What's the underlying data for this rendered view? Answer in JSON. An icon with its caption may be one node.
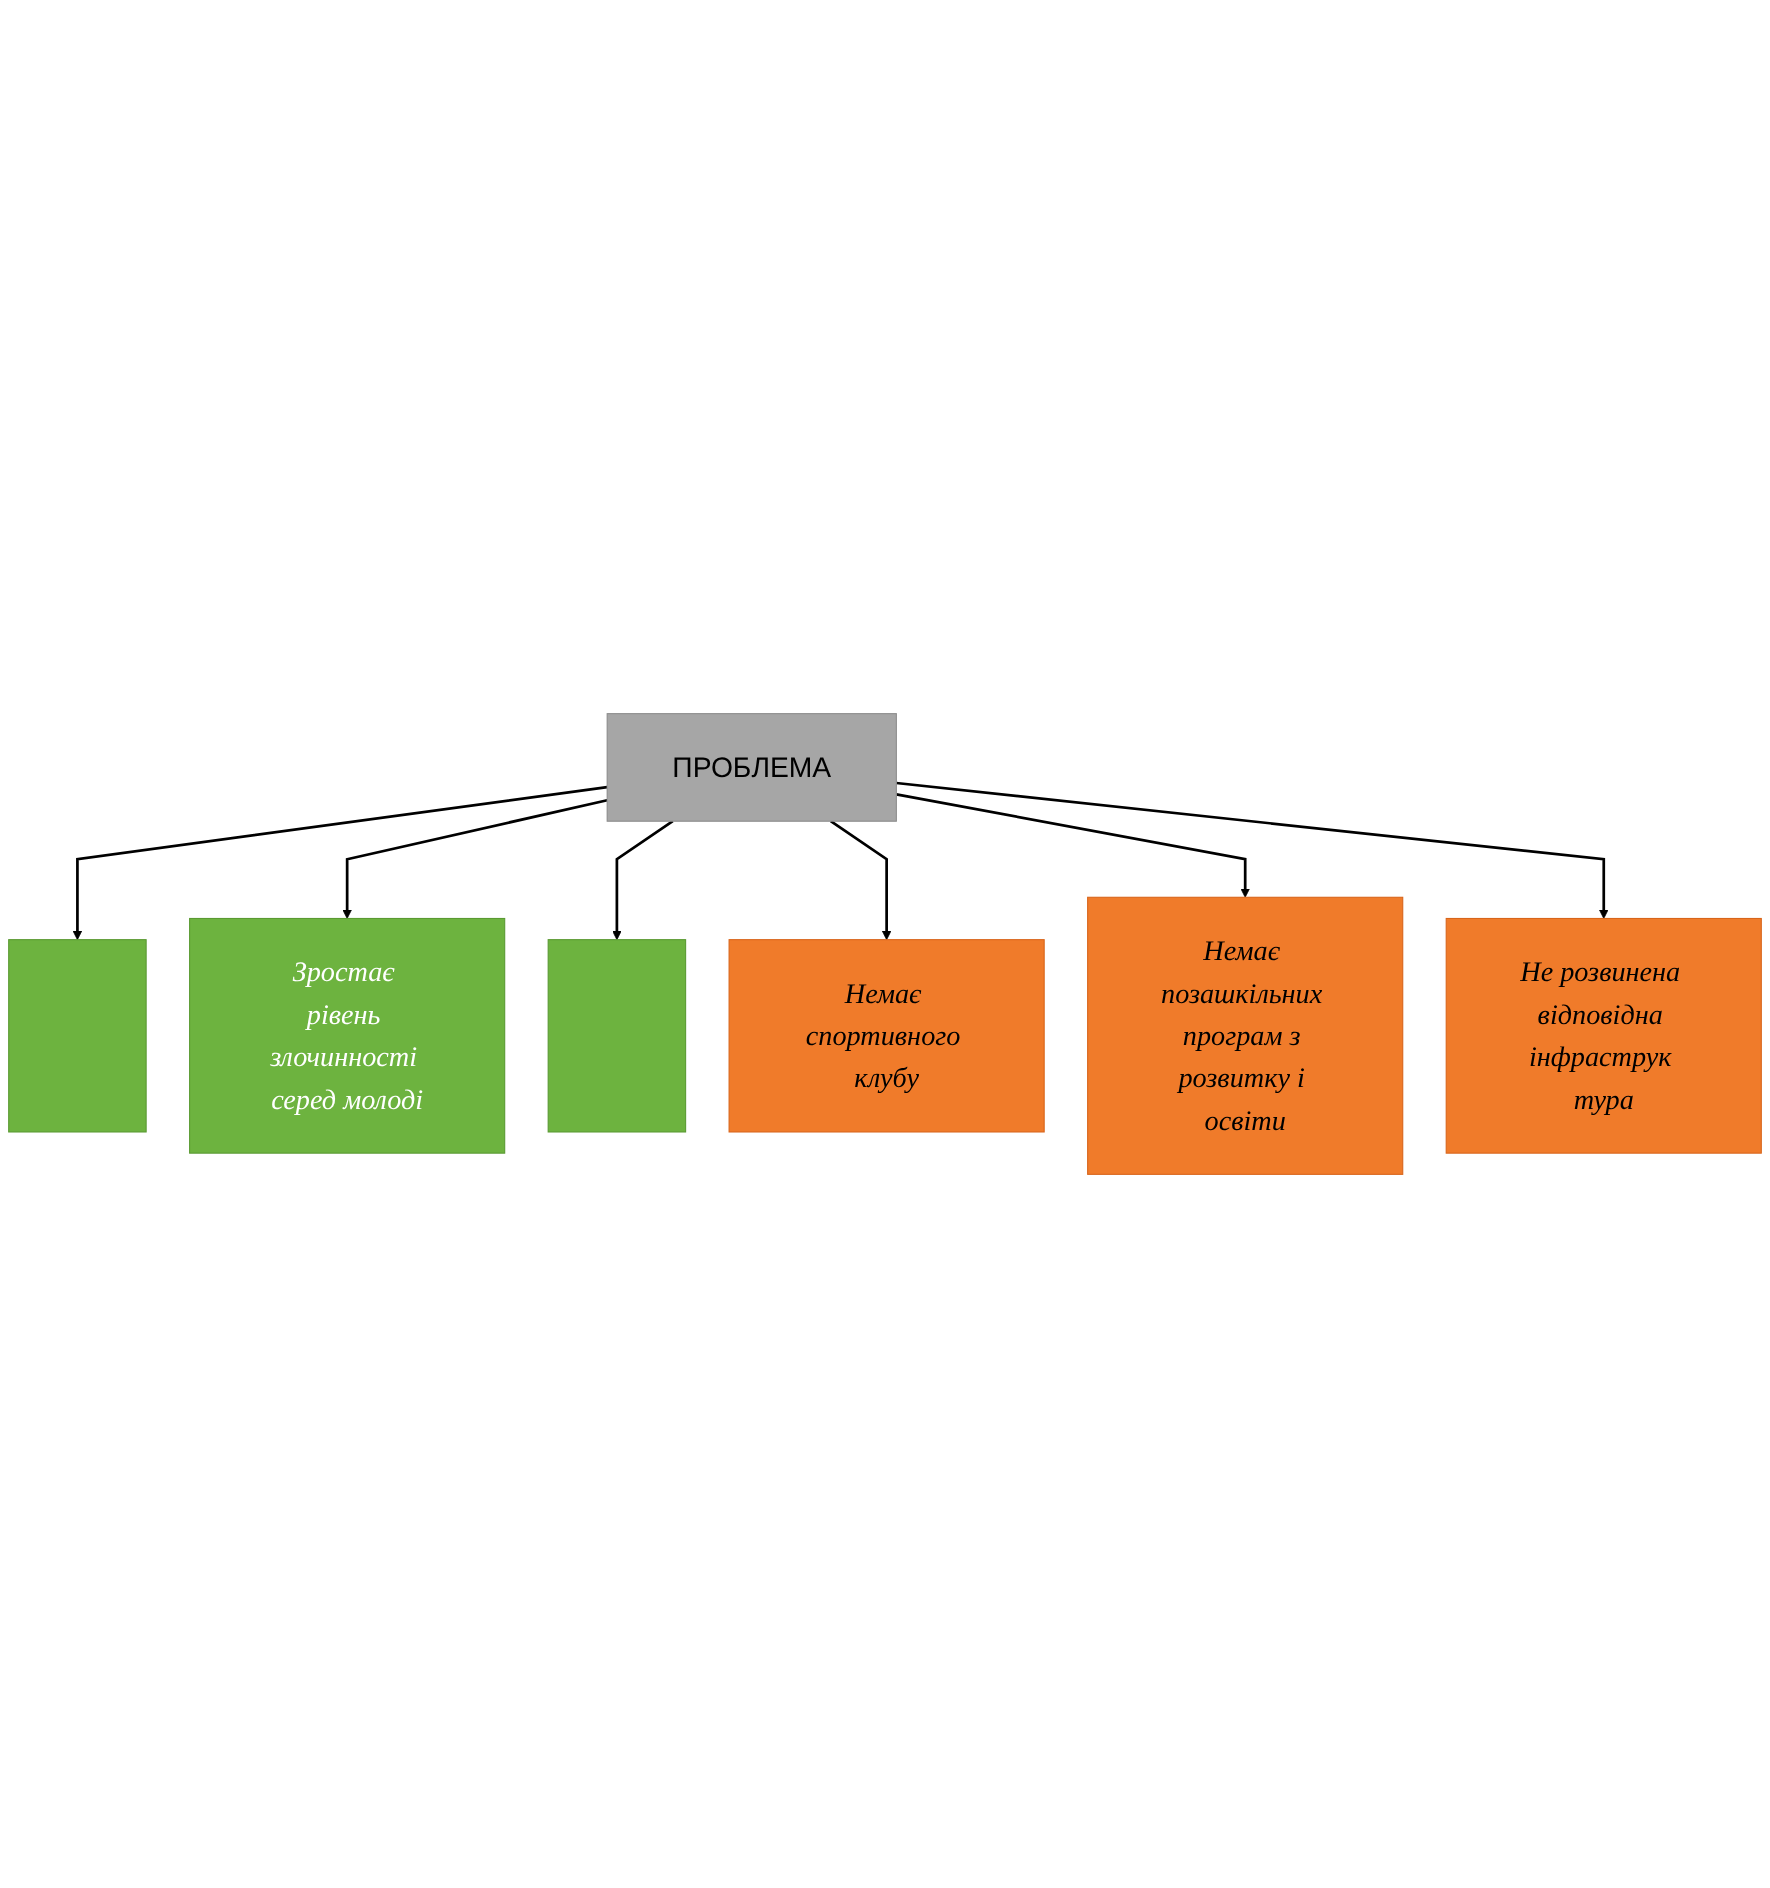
{
  "diagram": {
    "nodes": [
      {
        "text": [],
        "shape": "box"
      },
      {
        "text": [
          "Зростає рівень злочинності серед молоді"
        ]
      },
      {
        "text": [],
        "shape": "box"
      },
      {
        "text": [
          "ПРОБЛЕМА"
        ]
      },
      {
        "text": [
          "Немає спортивного клубу"
        ]
      },
      {
        "text": [
          "Немає позашкільних програм з розвитку і освіти"
        ]
      },
      {
        "text": [
          "Не розвинена відповідна інфраструк тура"
        ]
      }
    ],
    "edges": [
      {
        "from": 3,
        "to": 0,
        "arrow": "to"
      },
      {
        "from": 3,
        "to": 1,
        "arrow": "to"
      },
      {
        "from": 3,
        "to": 2,
        "arrow": "to"
      },
      {
        "from": 3,
        "to": 4,
        "arrow": "to"
      },
      {
        "from": 3,
        "to": 5,
        "arrow": "to"
      },
      {
        "from": 3,
        "to": 6,
        "arrow": "to"
      }
    ]
  }
}
